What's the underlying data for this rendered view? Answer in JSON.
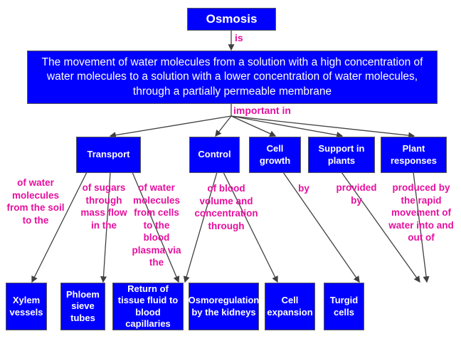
{
  "colors": {
    "box_fill": "#0000ff",
    "box_text": "#ffffff",
    "link_text": "#e6109e",
    "line": "#404040"
  },
  "root": {
    "label": "Osmosis"
  },
  "link_is": "is",
  "definition": "The movement of water molecules from a solution with a high concentration of water molecules to a solution with a lower concentration of water molecules, through a partially permeable membrane",
  "link_important": "important in",
  "categories": [
    {
      "label": "Transport"
    },
    {
      "label": "Control"
    },
    {
      "label": "Cell growth"
    },
    {
      "label": "Support in plants"
    },
    {
      "label": "Plant responses"
    }
  ],
  "link_labels": [
    "of water molecules from the soil to the",
    "of sugars through mass flow in the",
    "of water molecules from cells to the blood plasma via the",
    "of blood volume and concentration through",
    "by",
    "provided by",
    "produced by the rapid movement of water into and out of"
  ],
  "outcomes": [
    {
      "label": "Xylem vessels"
    },
    {
      "label": "Phloem sieve tubes"
    },
    {
      "label": "Return of tissue fluid to blood capillaries"
    },
    {
      "label": "Osmoregulation by the kidneys"
    },
    {
      "label": "Cell expansion"
    },
    {
      "label": "Turgid cells"
    }
  ]
}
